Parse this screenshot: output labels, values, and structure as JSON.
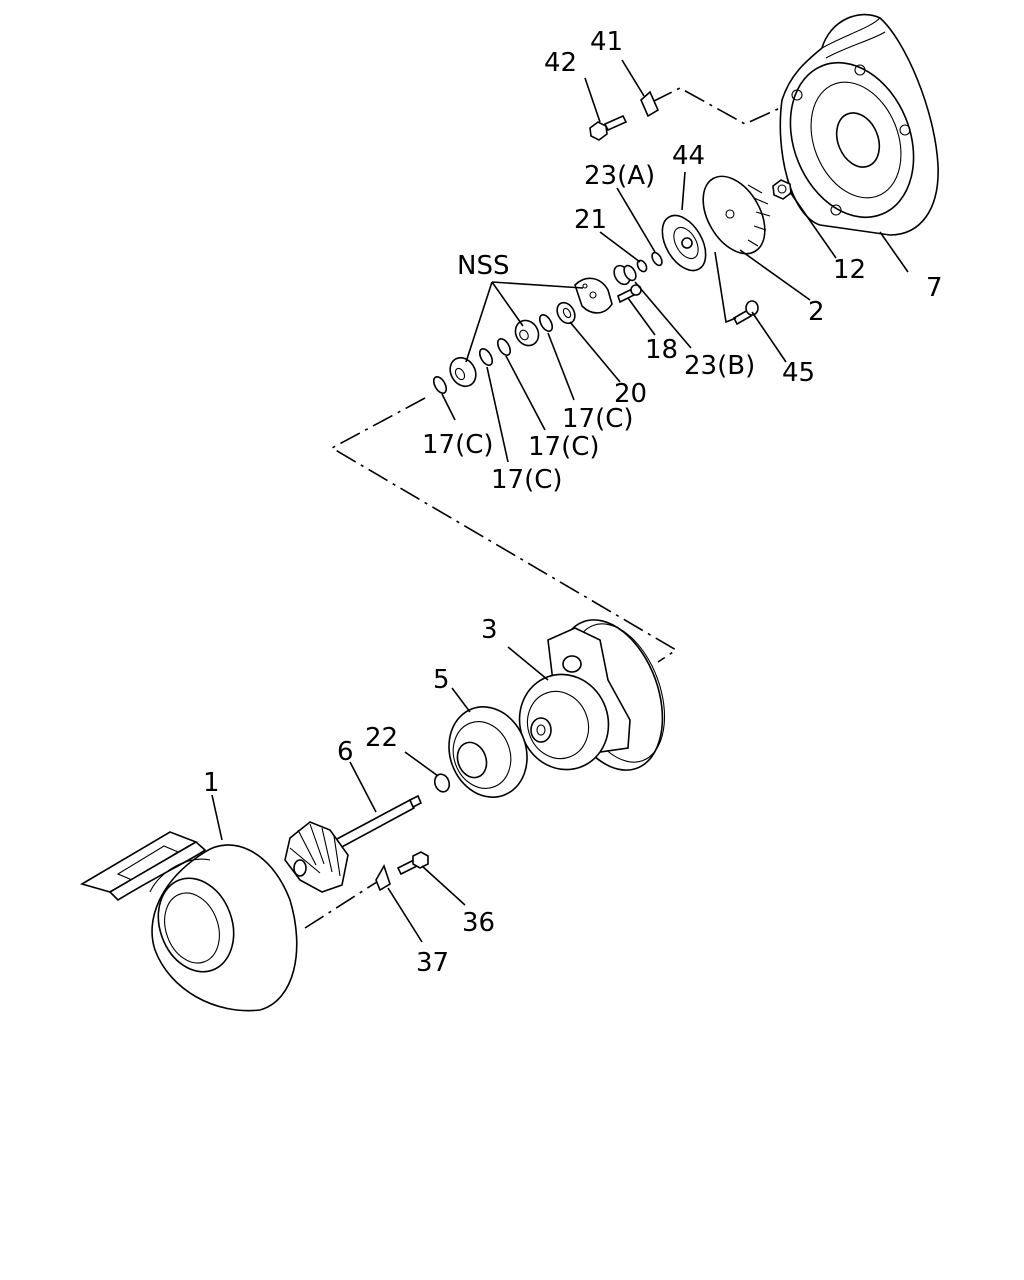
{
  "labels": {
    "p1": "1",
    "p2": "2",
    "p3": "3",
    "p5": "5",
    "p6": "6",
    "p7": "7",
    "p12": "12",
    "p17a": "17(C)",
    "p17b": "17(C)",
    "p17c": "17(C)",
    "p17d": "17(C)",
    "p18": "18",
    "p20": "20",
    "p21": "21",
    "p22": "22",
    "p23a": "23(A)",
    "p23b": "23(B)",
    "p36": "36",
    "p37": "37",
    "p41": "41",
    "p42": "42",
    "p44": "44",
    "p45": "45",
    "nss": "NSS"
  },
  "colors": {
    "line": "#000000",
    "background": "#ffffff"
  }
}
